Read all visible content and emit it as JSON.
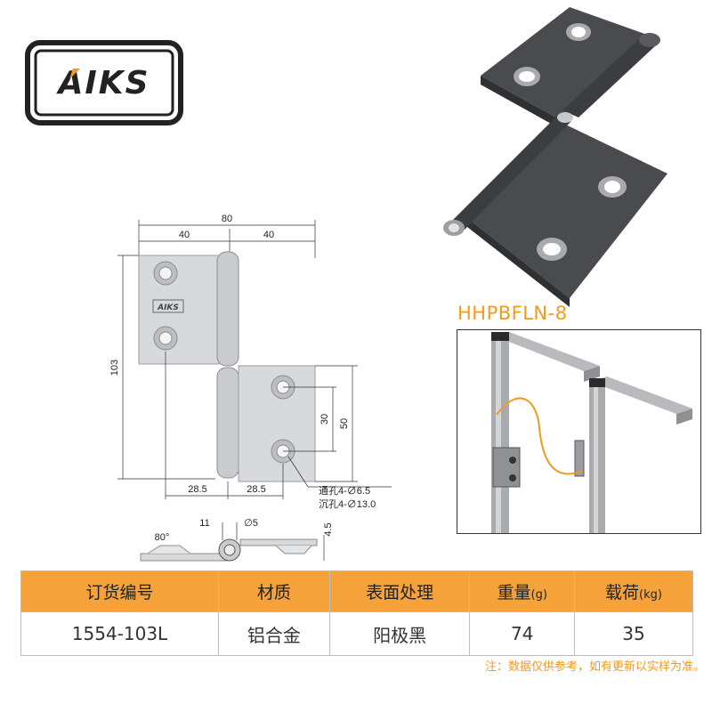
{
  "brand": {
    "logo_text": "AIKS"
  },
  "product": {
    "model": "HHPBFLN-8"
  },
  "drawing": {
    "dims": {
      "overall_width": "80",
      "half_left": "40",
      "half_right": "40",
      "height": "103",
      "hole_spacing": "30",
      "leaf_height": "50",
      "bottom_left": "28.5",
      "bottom_right": "28.5",
      "hole_through": "通孔4-∅6.5",
      "hole_counter": "沉孔4-∅13.0",
      "angle": "80°",
      "pin_offset": "11",
      "pin_dia": "∅5",
      "thickness": "4.5"
    }
  },
  "table": {
    "headers": [
      {
        "main": "订货编号",
        "unit": ""
      },
      {
        "main": "材质",
        "unit": ""
      },
      {
        "main": "表面处理",
        "unit": ""
      },
      {
        "main": "重量",
        "unit": "(g)"
      },
      {
        "main": "载荷",
        "unit": "(kg)"
      }
    ],
    "row": [
      "1554-103L",
      "铝合金",
      "阳极黑",
      "74",
      "35"
    ]
  },
  "note": "注：数据仅供参考，如有更新以实样为准。",
  "colors": {
    "accent": "#f39a1e",
    "header_bg": "#f6a23a",
    "hinge_dark": "#4a4b4e",
    "drawing_metal": "#d7d9dc"
  }
}
